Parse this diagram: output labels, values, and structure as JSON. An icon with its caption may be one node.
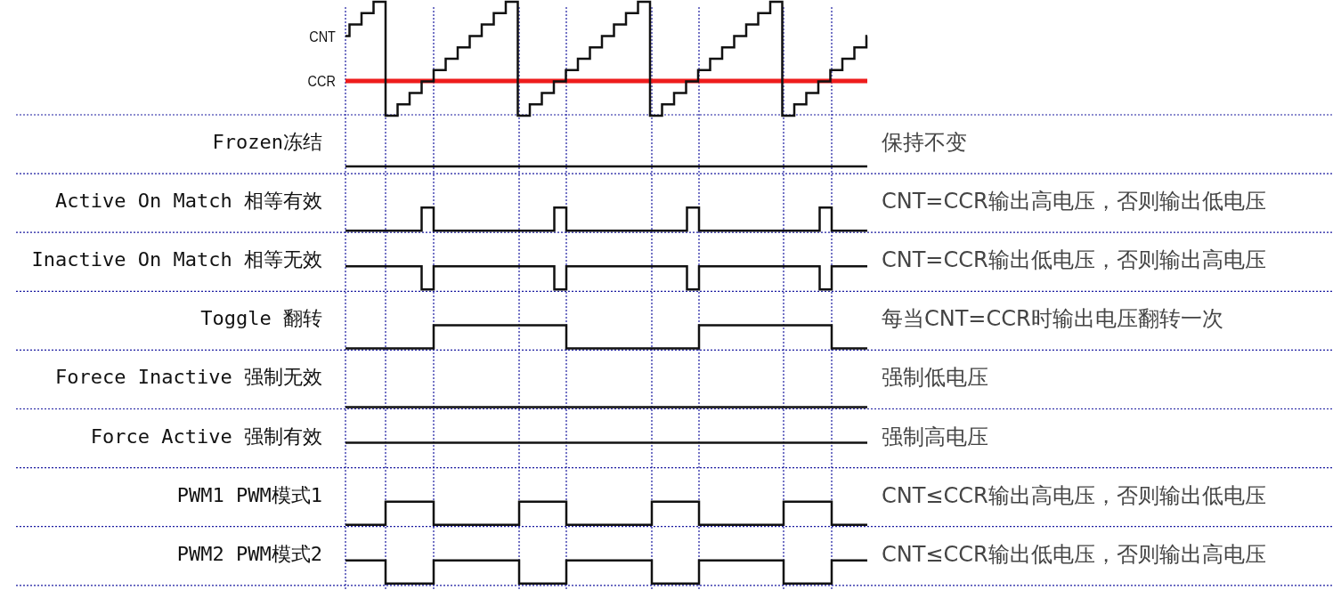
{
  "diagram": {
    "labels": [
      "CNT",
      "CCR",
      "Frozen冻结",
      "保持不变",
      "Active On Match 相等有效",
      "CNT=CCR输出高电压，否则输出低电压",
      "Inactive On Match 相等无效",
      "CNT=CCR输出低电压，否则输出高电压",
      "Toggle 翻转",
      "每当CNT=CCR时输出电压翻转一次",
      "Forece Inactive 强制无效",
      "强制低电压",
      "Force Active 强制有效",
      "强制高电压",
      "PWM1 PWM模式1",
      "CNT≤CCR输出高电压，否则输出低电压",
      "PWM2 PWM模式2",
      "CNT≤CCR输出低电压，否则输出高电压"
    ]
  }
}
